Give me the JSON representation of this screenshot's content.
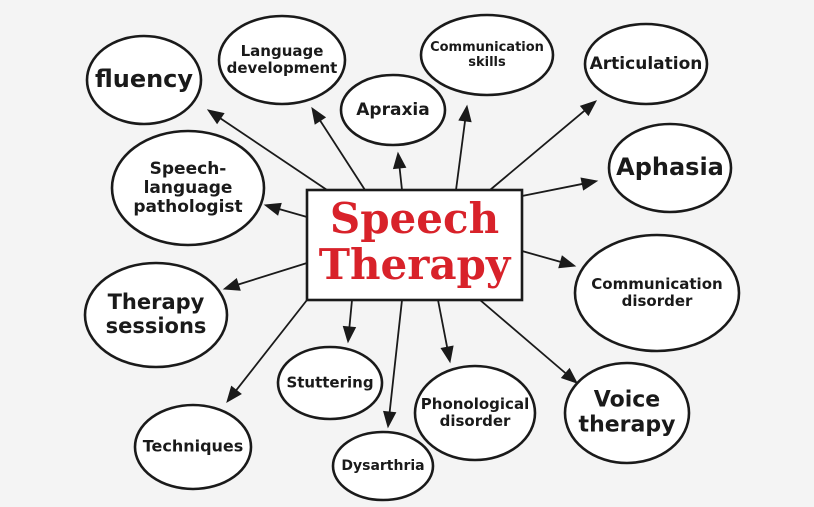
{
  "center": {
    "lines": [
      "Speech",
      "Therapy"
    ],
    "color": "#d8222a"
  },
  "nodes": [
    {
      "id": "fluency",
      "lines": [
        "fluency"
      ]
    },
    {
      "id": "language-development",
      "lines": [
        "Language",
        "development"
      ]
    },
    {
      "id": "apraxia",
      "lines": [
        "Apraxia"
      ]
    },
    {
      "id": "communication-skills",
      "lines": [
        "Communication",
        "skills"
      ]
    },
    {
      "id": "articulation",
      "lines": [
        "Articulation"
      ]
    },
    {
      "id": "speech-language-pathologist",
      "lines": [
        "Speech-",
        "language",
        "pathologist"
      ]
    },
    {
      "id": "aphasia",
      "lines": [
        "Aphasia"
      ]
    },
    {
      "id": "communication-disorder",
      "lines": [
        "Communication",
        "disorder"
      ]
    },
    {
      "id": "therapy-sessions",
      "lines": [
        "Therapy",
        "sessions"
      ]
    },
    {
      "id": "stuttering",
      "lines": [
        "Stuttering"
      ]
    },
    {
      "id": "phonological-disorder",
      "lines": [
        "Phonological",
        "disorder"
      ]
    },
    {
      "id": "voice-therapy",
      "lines": [
        "Voice",
        "therapy"
      ]
    },
    {
      "id": "techniques",
      "lines": [
        "Techniques"
      ]
    },
    {
      "id": "dysarthria",
      "lines": [
        "Dysarthria"
      ]
    }
  ]
}
